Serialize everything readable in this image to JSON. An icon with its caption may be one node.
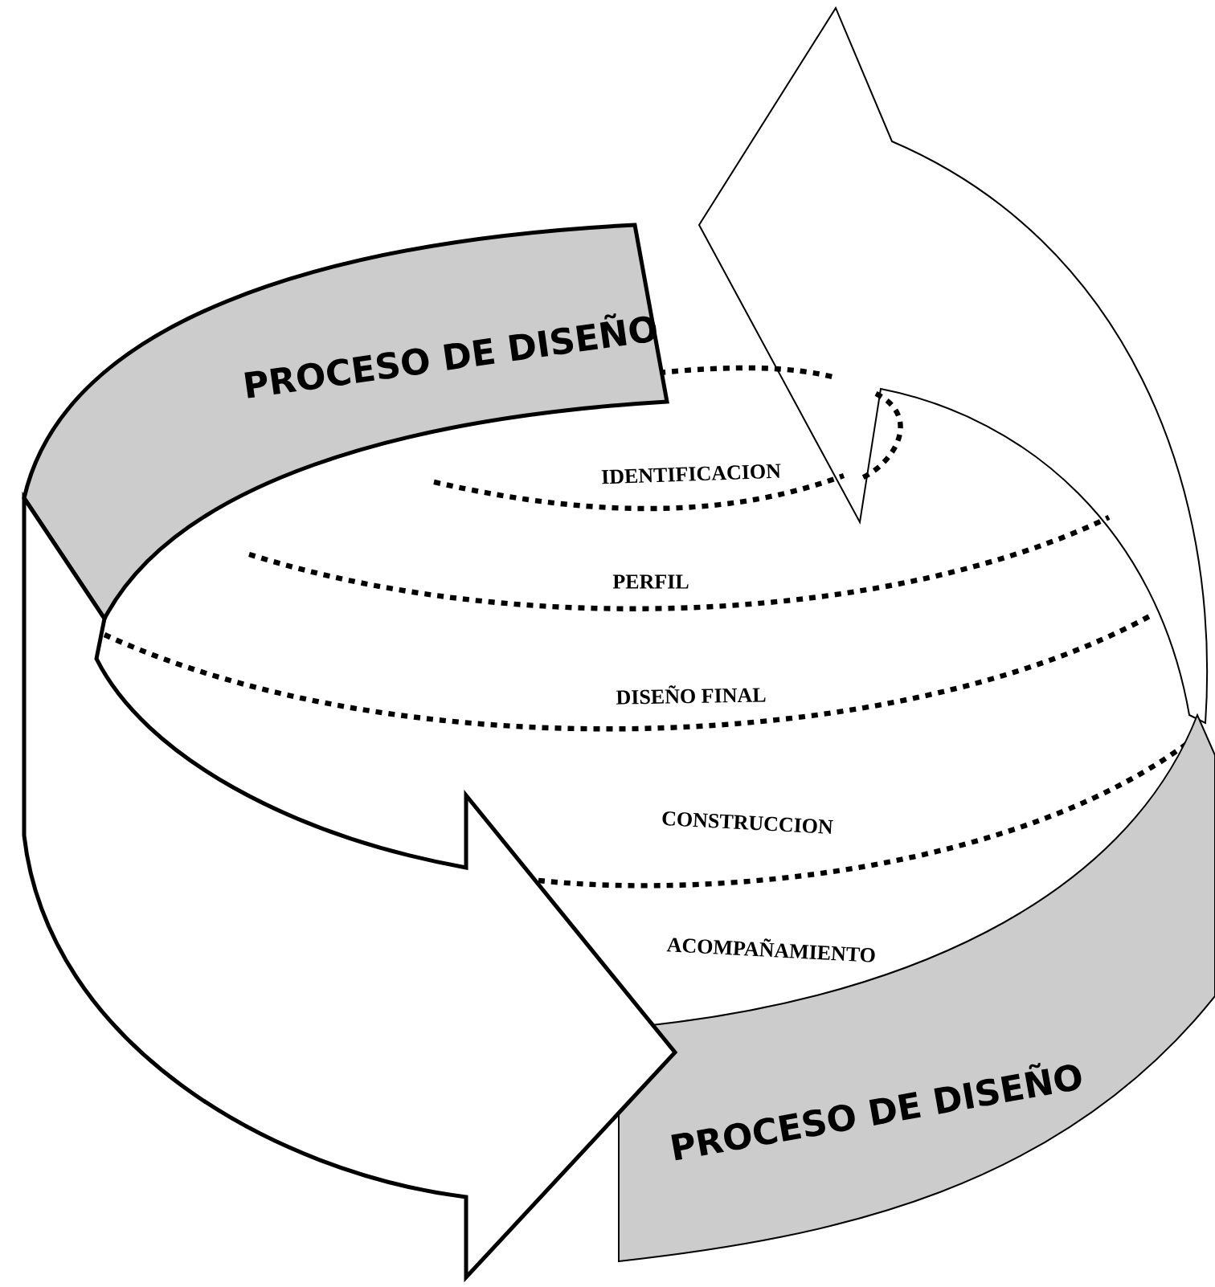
{
  "diagram": {
    "nodes": [
      {
        "text": [
          "PROCESO DE DISEÑO"
        ]
      },
      {
        "text": [
          "PROCESO DE DISEÑO"
        ]
      }
    ],
    "edges": [
      {
        "from": 1,
        "to": 0,
        "arrow": "to"
      },
      {
        "from": 0,
        "to": 1,
        "arrow": "to"
      }
    ],
    "labels": [
      "IDENTIFICACION",
      "PERFIL",
      "DISEÑO FINAL",
      "CONSTRUCCION",
      "ACOMPAÑAMIENTO"
    ]
  }
}
